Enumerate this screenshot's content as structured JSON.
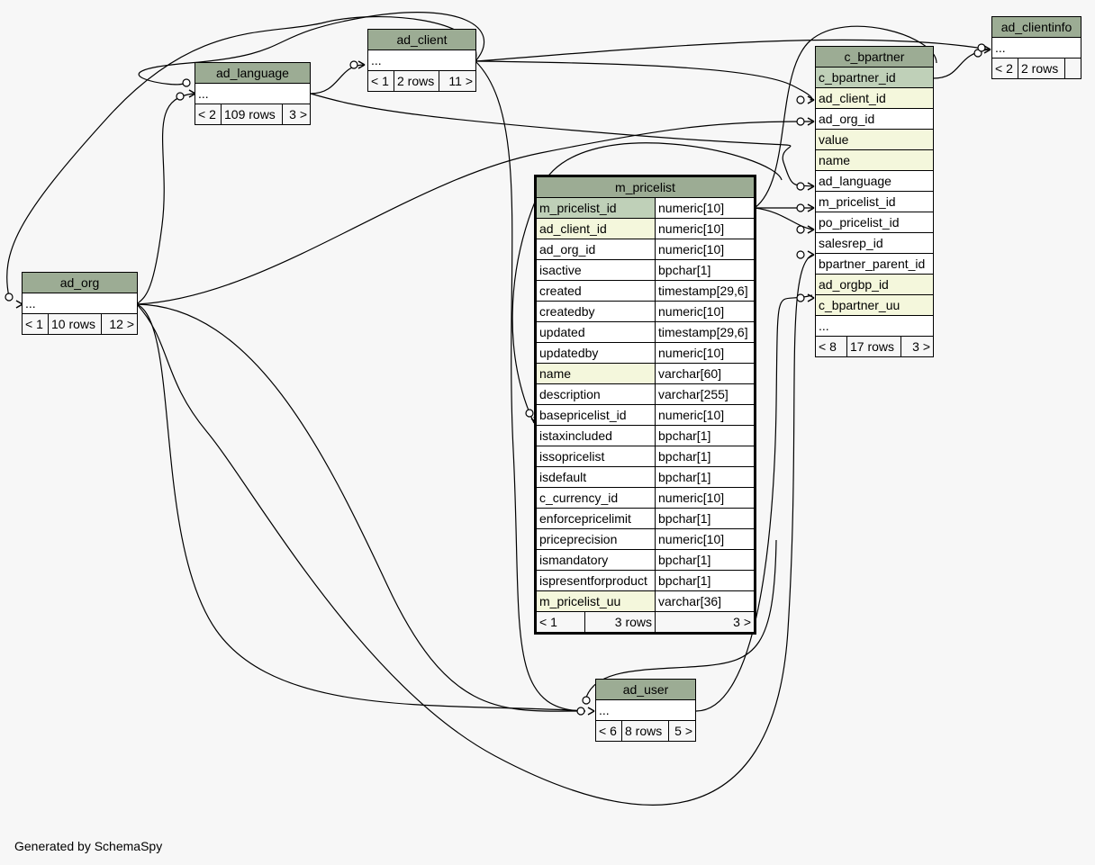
{
  "footer": "Generated by SchemaSpy",
  "ellipsis": "...",
  "tables": {
    "ad_client": {
      "name": "ad_client",
      "parents": "< 1",
      "rows": "2 rows",
      "children": "11 >"
    },
    "ad_language": {
      "name": "ad_language",
      "parents": "< 2",
      "rows": "109 rows",
      "children": "3 >"
    },
    "ad_org": {
      "name": "ad_org",
      "parents": "< 1",
      "rows": "10 rows",
      "children": "12 >"
    },
    "ad_clientinfo": {
      "name": "ad_clientinfo",
      "parents": "< 2",
      "rows": "2 rows",
      "children": ""
    },
    "ad_user": {
      "name": "ad_user",
      "parents": "< 6",
      "rows": "8 rows",
      "children": "5 >"
    },
    "c_bpartner": {
      "name": "c_bpartner",
      "columns": [
        "c_bpartner_id",
        "ad_client_id",
        "ad_org_id",
        "value",
        "name",
        "ad_language",
        "m_pricelist_id",
        "po_pricelist_id",
        "salesrep_id",
        "bpartner_parent_id",
        "ad_orgbp_id",
        "c_bpartner_uu"
      ],
      "parents": "< 8",
      "rows": "17 rows",
      "children": "3 >"
    },
    "m_pricelist": {
      "name": "m_pricelist",
      "columns": [
        {
          "name": "m_pricelist_id",
          "type": "numeric[10]"
        },
        {
          "name": "ad_client_id",
          "type": "numeric[10]"
        },
        {
          "name": "ad_org_id",
          "type": "numeric[10]"
        },
        {
          "name": "isactive",
          "type": "bpchar[1]"
        },
        {
          "name": "created",
          "type": "timestamp[29,6]"
        },
        {
          "name": "createdby",
          "type": "numeric[10]"
        },
        {
          "name": "updated",
          "type": "timestamp[29,6]"
        },
        {
          "name": "updatedby",
          "type": "numeric[10]"
        },
        {
          "name": "name",
          "type": "varchar[60]"
        },
        {
          "name": "description",
          "type": "varchar[255]"
        },
        {
          "name": "basepricelist_id",
          "type": "numeric[10]"
        },
        {
          "name": "istaxincluded",
          "type": "bpchar[1]"
        },
        {
          "name": "issopricelist",
          "type": "bpchar[1]"
        },
        {
          "name": "isdefault",
          "type": "bpchar[1]"
        },
        {
          "name": "c_currency_id",
          "type": "numeric[10]"
        },
        {
          "name": "enforcepricelimit",
          "type": "bpchar[1]"
        },
        {
          "name": "priceprecision",
          "type": "numeric[10]"
        },
        {
          "name": "ismandatory",
          "type": "bpchar[1]"
        },
        {
          "name": "ispresentforproduct",
          "type": "bpchar[1]"
        },
        {
          "name": "m_pricelist_uu",
          "type": "varchar[36]"
        }
      ],
      "parents": "< 1",
      "rows": "3 rows",
      "children": "3 >"
    }
  },
  "colors": {
    "header": "#9cac94",
    "primary_key": "#bfd0b8",
    "indexed": "#f4f7dc",
    "background": "#f7f7f7"
  }
}
